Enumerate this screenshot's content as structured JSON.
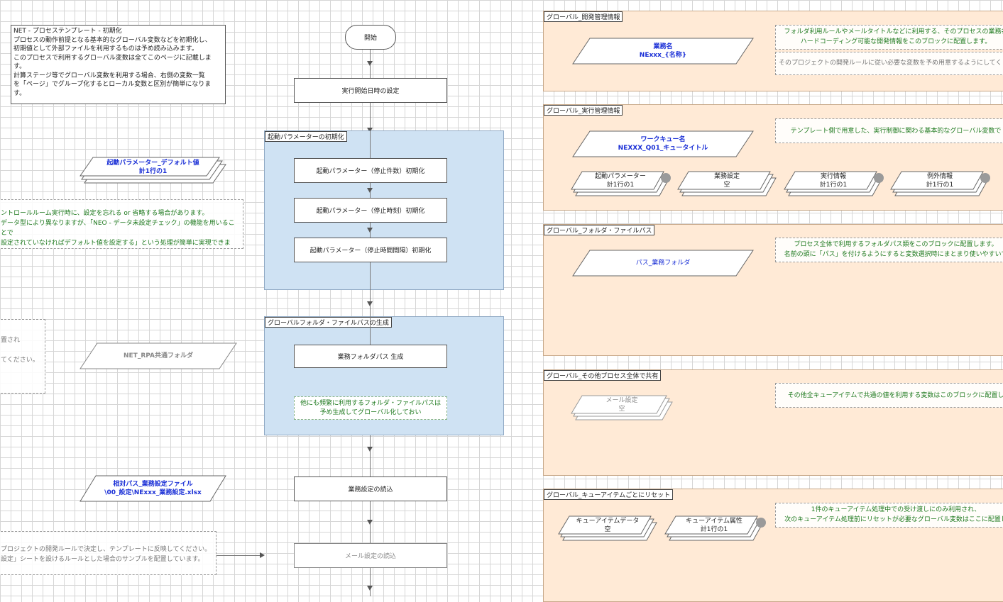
{
  "description": {
    "title": "NET - プロセステンプレート - 初期化",
    "lines": [
      "プロセスの動作前提となる基本的なグローバル変数などを初期化し、",
      "初期値として外部ファイルを利用するものは予め読み込みます。",
      "このプロセスで利用するグローバル変数は全てこのページに記載します。",
      "計算ステージ等でグローバル変数を利用する場合、右側の変数一覧",
      "を「ページ」でグループ化するとローカル変数と区別が簡単になります。"
    ]
  },
  "flow": {
    "start": "開始",
    "set_start_datetime": "実行開始日時の設定",
    "read_business_settings": "業務設定の読込",
    "read_mail_settings": "メール設定の読込"
  },
  "group_params": {
    "title": "起動パラメーターの初期化",
    "steps": [
      "起動パラメーター（停止件数）初期化",
      "起動パラメーター（停止時刻）初期化",
      "起動パラメーター（停止時間間隔）初期化"
    ]
  },
  "group_folder": {
    "title": "グローバルフォルダ・ファイルパスの生成",
    "step": "業務フォルダパス 生成",
    "note": [
      "他にも頻繁に利用するフォルダ・ファイルパスは",
      "予め生成してグローバル化しておい"
    ]
  },
  "left": {
    "param_default": [
      "起動パラメーター_デフォルト値",
      "計1行の1"
    ],
    "note1": [
      "ントロールルーム実行時に、設定を忘れる or 省略する場合があります。",
      "データ型により異なりますが、「NEO - データ未設定チェック」の機能を用いることで",
      "設定されていなければデフォルト値を設定する」という処理が簡単に実現できます。"
    ],
    "note2": [
      "置され",
      "",
      "てください。"
    ],
    "common_folder": "NET_RPA共通フォルダ",
    "relative_path": [
      "相対パス_業務設定ファイル",
      "\\00_設定\\NExxx_業務設定.xlsx"
    ],
    "note3": [
      "プロジェクトの開発ルールで決定し、テンプレートに反映してください。",
      "設定」シートを設けるルールとした場合のサンプルを配置しています。"
    ]
  },
  "right": {
    "dev": {
      "title": "グローバル_開発管理情報",
      "item": [
        "業務名",
        "NExxx_{名称}"
      ],
      "note1": [
        "フォルダ利用ルールやメールタイトルなどに利用する、そのプロセスの業務名",
        "ハードコーディング可能な開発情報をこのブロックに配置します。"
      ],
      "note2": "そのプロジェクトの開発ルールに従い必要な変数を予め用意するようにしてく"
    },
    "exec": {
      "title": "グローバル_実行管理情報",
      "item": [
        "ワークキュー名",
        "NEXXX_Q01_キュータイトル"
      ],
      "note": "テンプレート側で用意した、実行制御に関わる基本的なグローバル変数で",
      "collections": [
        [
          "起動パラメーター",
          "計1行の1"
        ],
        [
          "業務設定",
          "空"
        ],
        [
          "実行情報",
          "計1行の1"
        ],
        [
          "例外情報",
          "計1行の1"
        ]
      ]
    },
    "folder": {
      "title": "グローバル_フォルダ・ファイルパス",
      "item": "パス_業務フォルダ",
      "note": [
        "プロセス全体で利用するフォルダパス類をこのブロックに配置します。",
        "名前の頭に「パス」を付けるようにすると変数選択時にまとまり使いやすいで"
      ]
    },
    "shared": {
      "title": "グローバル_その他プロセス全体で共有",
      "collection": [
        "メール設定",
        "空"
      ],
      "note": "その他全キューアイテムで共通の値を利用する変数はこのブロックに配置し"
    },
    "queue": {
      "title": "グローバル_キューアイテムごとにリセット",
      "collections": [
        [
          "キューアイテムデータ",
          "空"
        ],
        [
          "キューアイテム属性",
          "計1行の1"
        ]
      ],
      "note": [
        "1件のキューアイテム処理中での受け渡しにのみ利用され、",
        "次のキューアイテム処理前にリセットが必要なグローバル変数はここに配置し"
      ]
    }
  }
}
